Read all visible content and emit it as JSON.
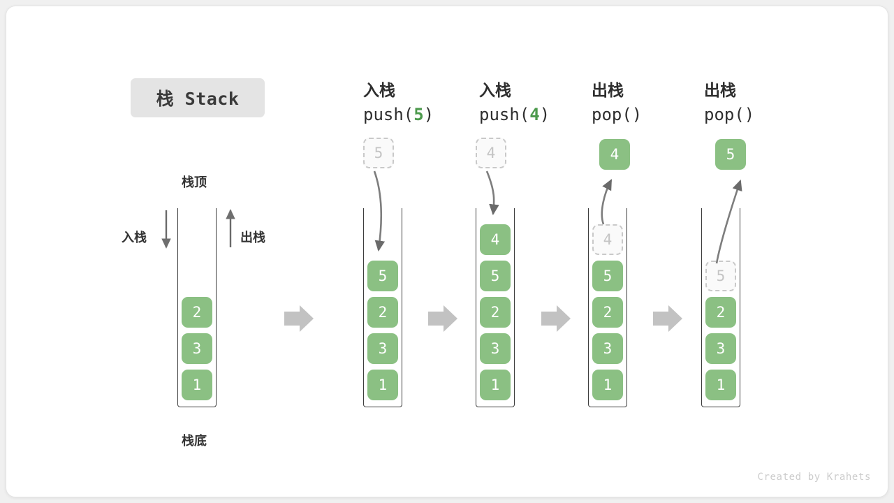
{
  "title_badge": {
    "label": "栈 Stack"
  },
  "credit": "Created by Krahets",
  "base_labels": {
    "top": "栈顶",
    "bottom": "栈底",
    "push": "入栈",
    "pop": "出栈"
  },
  "columns": [
    {
      "id": "initial",
      "header_cn": "",
      "header_code": "",
      "header_arg": "",
      "floating_cell": null,
      "stack": [
        "2",
        "3",
        "1"
      ]
    },
    {
      "id": "push-5",
      "header_cn": "入栈",
      "header_code_pre": "push(",
      "header_arg": "5",
      "header_code_post": ")",
      "floating_cell": {
        "value": "5",
        "style": "ghost"
      },
      "stack": [
        "5",
        "2",
        "3",
        "1"
      ]
    },
    {
      "id": "push-4",
      "header_cn": "入栈",
      "header_code_pre": "push(",
      "header_arg": "4",
      "header_code_post": ")",
      "floating_cell": {
        "value": "4",
        "style": "ghost"
      },
      "stack": [
        "4",
        "5",
        "2",
        "3",
        "1"
      ]
    },
    {
      "id": "pop-4",
      "header_cn": "出栈",
      "header_code_pre": "pop(",
      "header_arg": "",
      "header_code_post": ")",
      "floating_cell": {
        "value": "4",
        "style": "solid"
      },
      "stack": [
        "4",
        "5",
        "2",
        "3",
        "1"
      ],
      "ghost_index": 0
    },
    {
      "id": "pop-5",
      "header_cn": "出栈",
      "header_code_pre": "pop(",
      "header_arg": "",
      "header_code_post": ")",
      "floating_cell": {
        "value": "5",
        "style": "solid"
      },
      "stack": [
        "5",
        "2",
        "3",
        "1"
      ],
      "ghost_index": 0
    }
  ],
  "colors": {
    "cell_green": "#8bc083",
    "cell_text": "#ffffff",
    "ghost_fill": "#fafafa",
    "ghost_border": "#c9c9c9",
    "ghost_text": "#c4c4c4",
    "accent_arg": "#4c9a4c",
    "connector_arrow": "#c2c2c2",
    "stack_border": "#3d3d3d",
    "badge_bg": "#e4e4e4"
  }
}
